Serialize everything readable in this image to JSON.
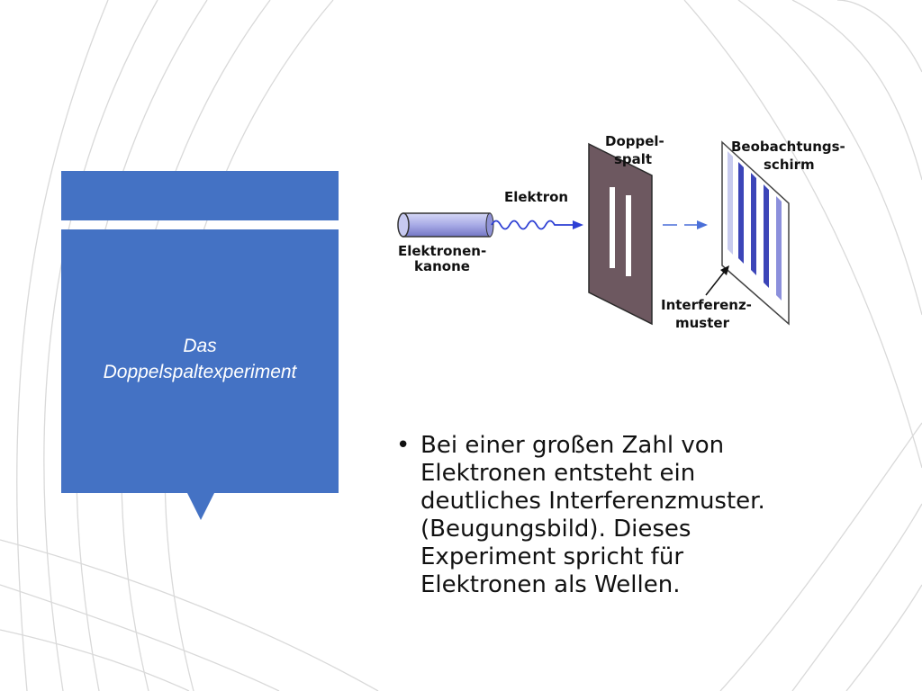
{
  "title": {
    "line1": "Das",
    "line2": "Doppelspaltexperiment"
  },
  "diagram": {
    "labels": {
      "elektron": "Elektron",
      "kanone1": "Elektronen-",
      "kanone2": "kanone",
      "spalt1": "Doppel-",
      "spalt2": "spalt",
      "schirm1": "Beobachtungs-",
      "schirm2": "schirm",
      "muster1": "Interferenz-",
      "muster2": "muster"
    },
    "colors": {
      "gun": "#a8abe6",
      "wave": "#2d3fd4",
      "plate": "#6d5860",
      "screen_stripes": "#3c45b8"
    }
  },
  "bullet": {
    "symbol": "•",
    "lines": [
      "Bei einer großen Zahl von",
      "Elektronen entsteht ein",
      "deutliches Interferenzmuster.",
      "(Beugungsbild). Dieses",
      "Experiment spricht für",
      "Elektronen als Wellen."
    ]
  }
}
